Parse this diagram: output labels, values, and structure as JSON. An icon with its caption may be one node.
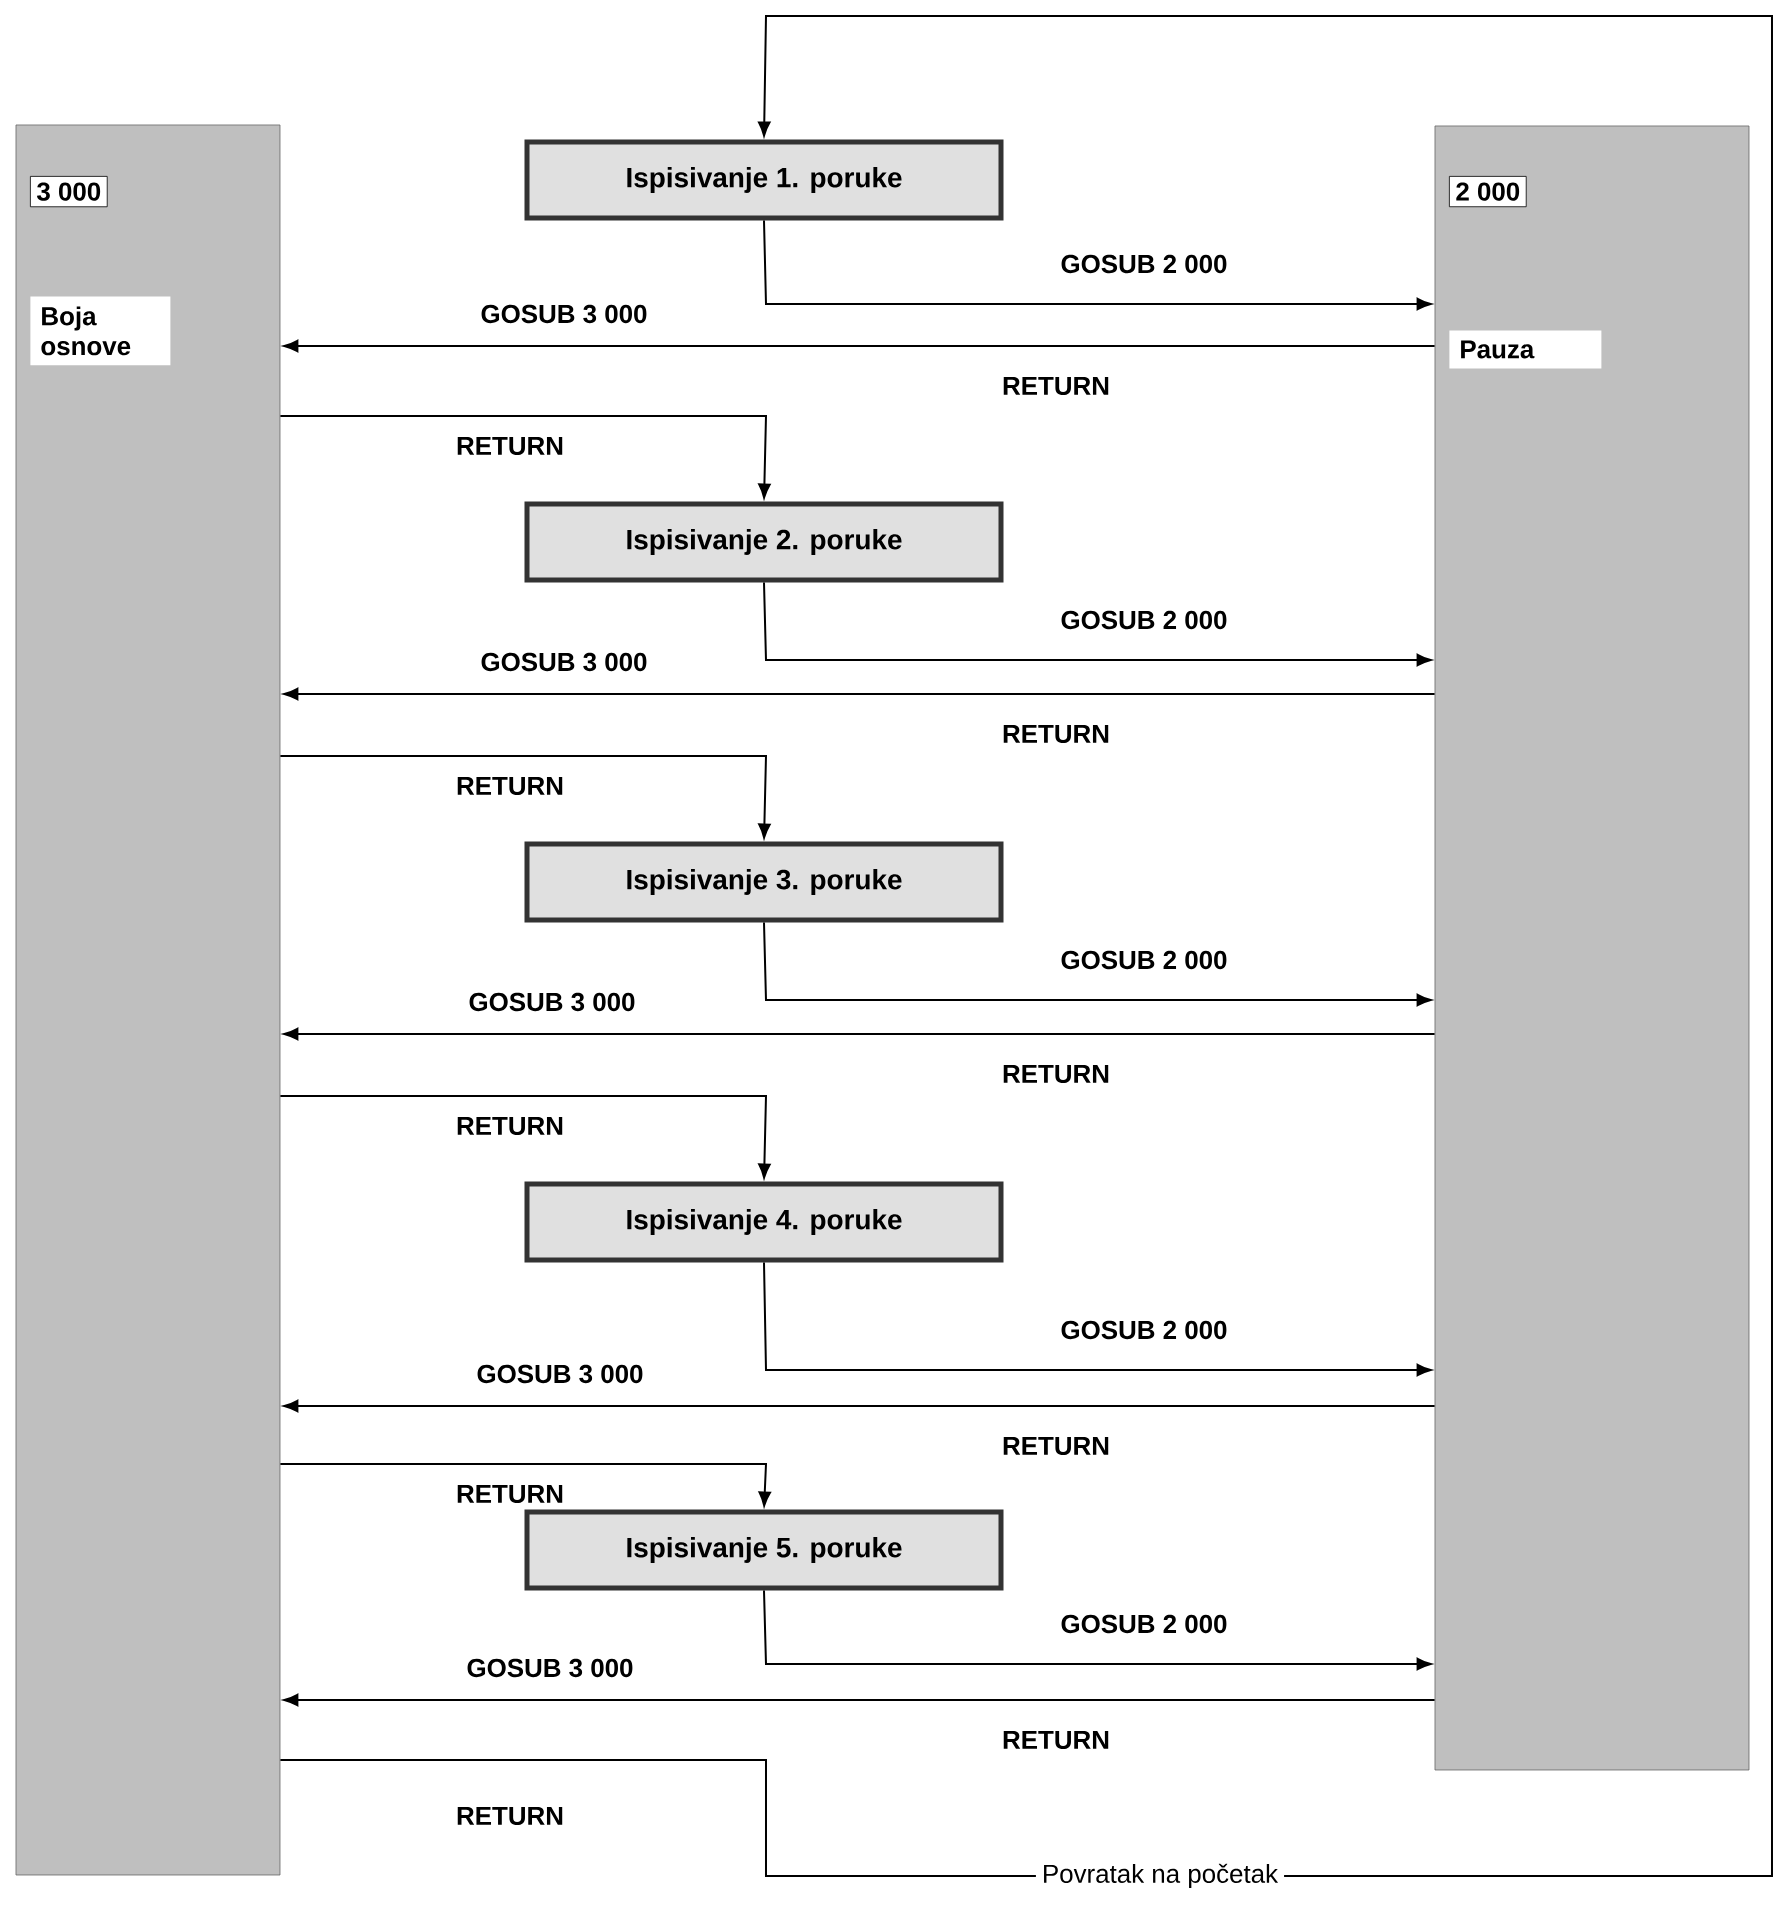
{
  "diagram": {
    "nodes": [
      {
        "text": [
          "3 000",
          "Boja osnove"
        ]
      },
      {
        "text": [
          "2 000",
          "Pauza"
        ]
      },
      {
        "text": [
          "Ispisivanje 1. poruke"
        ]
      },
      {
        "text": [
          "Ispisivanje 2. poruke"
        ]
      },
      {
        "text": [
          "Ispisivanje 3. poruke"
        ]
      },
      {
        "text": [
          "Ispisivanje 4. poruke"
        ]
      },
      {
        "text": [
          "Ispisivanje 5. poruke"
        ]
      }
    ],
    "edges": [
      {
        "from": 2,
        "to": 1,
        "arrow": "to",
        "label": "GOSUB 2 000"
      },
      {
        "from": 1,
        "to": 0,
        "arrow": "to",
        "label": "RETURN"
      },
      {
        "from": 0,
        "to": 3,
        "arrow": "to",
        "label": "RETURN"
      },
      {
        "from": 3,
        "to": 1,
        "arrow": "to",
        "label": "GOSUB 2 000"
      },
      {
        "from": 1,
        "to": 0,
        "arrow": "to",
        "label": "RETURN"
      },
      {
        "from": 0,
        "to": 4,
        "arrow": "to",
        "label": "RETURN"
      },
      {
        "from": 4,
        "to": 1,
        "arrow": "to",
        "label": "GOSUB 2 000"
      },
      {
        "from": 1,
        "to": 0,
        "arrow": "to",
        "label": "RETURN"
      },
      {
        "from": 0,
        "to": 5,
        "arrow": "to",
        "label": "RETURN"
      },
      {
        "from": 5,
        "to": 1,
        "arrow": "to",
        "label": "GOSUB 2 000"
      },
      {
        "from": 1,
        "to": 0,
        "arrow": "to",
        "label": "RETURN"
      },
      {
        "from": 0,
        "to": 6,
        "arrow": "to",
        "label": "RETURN"
      },
      {
        "from": 6,
        "to": 1,
        "arrow": "to",
        "label": "GOSUB 2 000"
      },
      {
        "from": 1,
        "to": 0,
        "arrow": "to",
        "label": "RETURN"
      },
      {
        "from": 0,
        "to": 2,
        "arrow": "to",
        "label": "RETURN"
      }
    ],
    "labels": [
      "GOSUB 3 000",
      "GOSUB 3 000",
      "GOSUB 3 000",
      "GOSUB 3 000",
      "GOSUB 3 000",
      "Povratak na početak"
    ]
  }
}
